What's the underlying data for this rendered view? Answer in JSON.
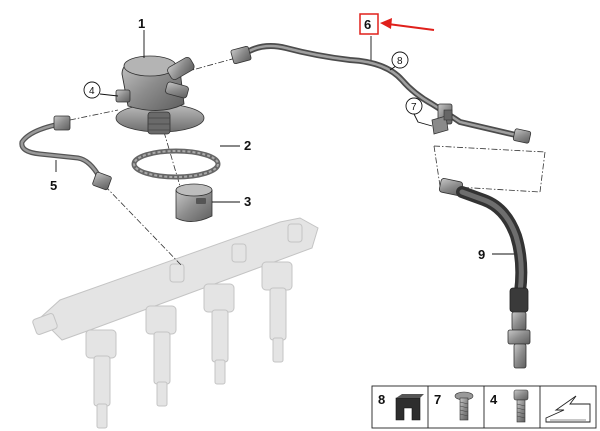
{
  "callouts": {
    "c1": "1",
    "c2": "2",
    "c3": "3",
    "c4": "4",
    "c5": "5",
    "c6": "6",
    "c7": "7",
    "c8": "8",
    "c9": "9"
  },
  "legend": {
    "item1": "8",
    "item2": "7",
    "item3": "4"
  },
  "colors": {
    "highlight": "#e0201b",
    "line": "#222222",
    "pipe": "#777777",
    "part": "#8a8a8a",
    "ghost": "#d0d0d0"
  }
}
